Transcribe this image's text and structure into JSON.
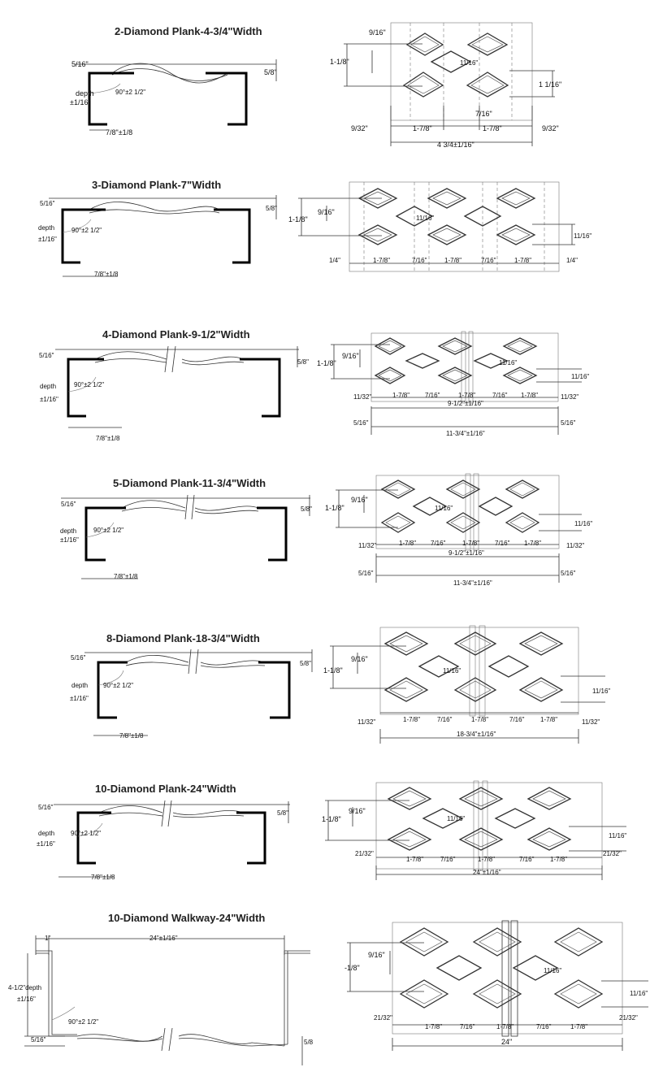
{
  "sections": [
    {
      "title": "2-Diamond Plank-4-3/4\"Width",
      "profile": {
        "top_left": "5/16\"",
        "top_right": "5/8\"",
        "depth_a": "depth",
        "depth_b": "±1/16\"",
        "angle": "90°±2 1/2\"",
        "foot": "7/8\"±1/8"
      },
      "plan": {
        "spacing": "9/16\"",
        "height": "1-1/8\"",
        "center": "11/16\"",
        "side_h": "1 1/16\"",
        "gap": "7/16\"",
        "left": "9/32\"",
        "pitch_a": "1-7/8\"",
        "pitch_b": "1-7/8\"",
        "right": "9/32\"",
        "total": "4 3/4±1/16\""
      }
    },
    {
      "title": "3-Diamond Plank-7\"Width",
      "profile": {
        "top_left": "5/16\"",
        "top_right": "5/8\"",
        "depth_a": "depth",
        "depth_b": "±1/16\"",
        "angle": "90°±2 1/2\"",
        "foot": "7/8\"±1/8"
      },
      "plan": {
        "spacing": "9/16\"",
        "height": "1-1/8\"",
        "center": "11/16\"",
        "side_h": "11/16\"",
        "left": "1/4\"",
        "p1": "1-7/8\"",
        "g1": "7/16\"",
        "p2": "1-7/8\"",
        "g2": "7/16\"",
        "p3": "1-7/8\"",
        "right": "1/4\""
      }
    },
    {
      "title": "4-Diamond Plank-9-1/2\"Width",
      "profile": {
        "top_left": "5/16\"",
        "top_right": "5/8\"",
        "depth_a": "depth",
        "depth_b": "±1/16\"",
        "angle": "90°±2 1/2\"",
        "foot": "7/8\"±1/8"
      },
      "plan": {
        "spacing": "9/16\"",
        "height": "1-1/8\"",
        "center": "11/16\"",
        "side_h": "11/16\"",
        "left": "11/32\"",
        "p1": "1-7/8\"",
        "g1": "7/16\"",
        "p2": "1-7/8\"",
        "g2": "7/16\"",
        "p3": "1-7/8\"",
        "right": "11/32\"",
        "inner": "9-1/2\"±1/16\"",
        "outer_l": "5/16\"",
        "outer_r": "5/16\"",
        "outer": "11-3/4\"±1/16\""
      }
    },
    {
      "title": "5-Diamond Plank-11-3/4\"Width",
      "profile": {
        "top_left": "5/16\"",
        "top_right": "5/8\"",
        "depth_a": "depth",
        "depth_b": "±1/16\"",
        "angle": "90°±2 1/2\"",
        "foot": "7/8\"±1/8"
      },
      "plan": {
        "spacing": "9/16\"",
        "height": "1-1/8\"",
        "center": "11/16\"",
        "side_h": "11/16\"",
        "left": "11/32\"",
        "p1": "1-7/8\"",
        "g1": "7/16\"",
        "p2": "1-7/8\"",
        "g2": "7/16\"",
        "p3": "1-7/8\"",
        "right": "11/32\"",
        "inner": "9-1/2\"±1/16\"",
        "outer_l": "5/16\"",
        "outer_r": "5/16\"",
        "outer": "11-3/4\"±1/16\""
      }
    },
    {
      "title": "8-Diamond Plank-18-3/4\"Width",
      "profile": {
        "top_left": "5/16\"",
        "top_right": "5/8\"",
        "depth_a": "depth",
        "depth_b": "±1/16\"",
        "angle": "90°±2 1/2\"",
        "foot": "7/8\"±1/8"
      },
      "plan": {
        "spacing": "9/16\"",
        "height": "1-1/8\"",
        "center": "11/16\"",
        "side_h": "11/16\"",
        "left": "11/32\"",
        "p1": "1-7/8\"",
        "g1": "7/16\"",
        "p2": "1-7/8\"",
        "g2": "7/16\"",
        "p3": "1-7/8\"",
        "right": "11/32\"",
        "total": "18-3/4\"±1/16\""
      }
    },
    {
      "title": "10-Diamond Plank-24\"Width",
      "profile": {
        "top_left": "5/16\"",
        "top_right": "5/8\"",
        "depth_a": "depth",
        "depth_b": "±1/16\"",
        "angle": "90°±2 1/2\"",
        "foot": "7/8\"±1/8"
      },
      "plan": {
        "spacing": "9/16\"",
        "height": "1-1/8\"",
        "center": "11/16\"",
        "side_h": "11/16\"",
        "left": "21/32\"",
        "p1": "1-7/8\"",
        "g1": "7/16\"",
        "p2": "1-7/8\"",
        "g2": "7/16\"",
        "p3": "1-7/8\"",
        "right": "21/32\"",
        "total": "24\"±1/16\""
      }
    },
    {
      "title": "10-Diamond Walkway-24\"Width",
      "profile": {
        "flange": "1\"",
        "width": "24\"±1/16\"",
        "depth_a": "4-1/2\"depth",
        "depth_b": "±1/16\"",
        "angle": "90°±2 1/2\"",
        "bottom_left": "5/16\"",
        "bottom_right": "5/8"
      },
      "plan": {
        "spacing": "9/16\"",
        "height": "-1/8\"",
        "center": "11/16\"",
        "side_h": "11/16\"",
        "left": "21/32\"",
        "p1": "1-7/8\"",
        "g1": "7/16\"",
        "p2": "1-7/8\"",
        "g2": "7/16\"",
        "p3": "1-7/8\"",
        "right": "21/32\"",
        "total": "24\""
      }
    }
  ]
}
